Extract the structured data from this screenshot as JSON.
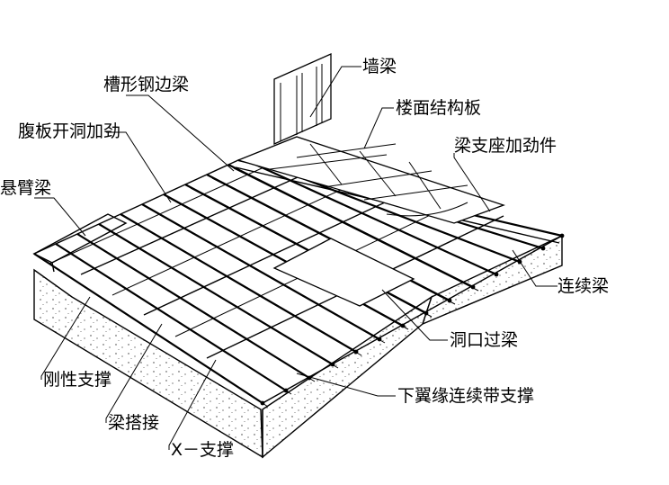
{
  "labels": {
    "wall_beam": "墙梁",
    "floor_panel": "楼面结构板",
    "channel_edge_beam": "槽形钢边梁",
    "web_opening_stiffener": "腹板开洞加劲",
    "beam_support_stiffener": "梁支座加劲件",
    "cantilever_beam": "悬臂梁",
    "continuous_beam": "连续梁",
    "opening_header_beam": "洞口过梁",
    "rigid_bracing": "刚性支撑",
    "bottom_flange_strap_bracing": "下翼缘连续带支撑",
    "beam_lap_splice": "梁搭接",
    "x_bracing": "X－支撑"
  }
}
